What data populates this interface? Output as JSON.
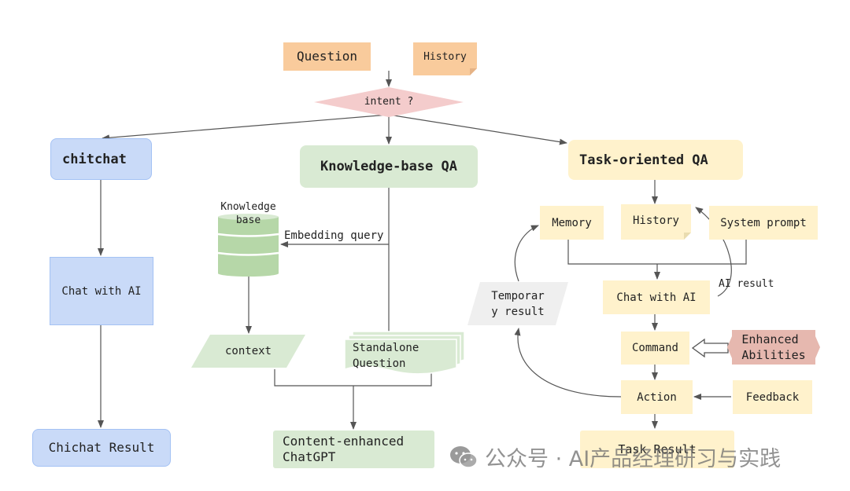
{
  "inputs": {
    "question": "Question",
    "history": "History",
    "intent": "intent ?"
  },
  "branches": {
    "chitchat": {
      "title": "chitchat",
      "chat": "Chat with AI",
      "result": "Chichat Result"
    },
    "kbqa": {
      "title": "Knowledge-base QA",
      "kb_line1": "Knowledge",
      "kb_line2": "base",
      "embedding": "Embedding query",
      "context": "context",
      "standalone_line1": "Standalone",
      "standalone_line2": "Question",
      "enhanced_line1": "Content-enhanced",
      "enhanced_line2": "ChatGPT"
    },
    "task": {
      "title": "Task-oriented QA",
      "memory": "Memory",
      "history": "History",
      "system_prompt": "System prompt",
      "ai_result": "AI result",
      "chat": "Chat with AI",
      "temp_line1": "Temporar",
      "temp_line2": "y result",
      "command": "Command",
      "enh_line1": "Enhanced",
      "enh_line2": "Abilities",
      "action": "Action",
      "feedback": "Feedback",
      "result": "Task Result"
    }
  },
  "watermark": "公众号 · AI产品经理研习与实践",
  "colors": {
    "blue": "#c9daf8",
    "green": "#d9ead3",
    "yellow": "#fff2cc",
    "orange": "#f9cb9c",
    "pink": "#f4cccc",
    "rose": "#e6b8af",
    "gray": "#efefef",
    "line": "#555555"
  }
}
